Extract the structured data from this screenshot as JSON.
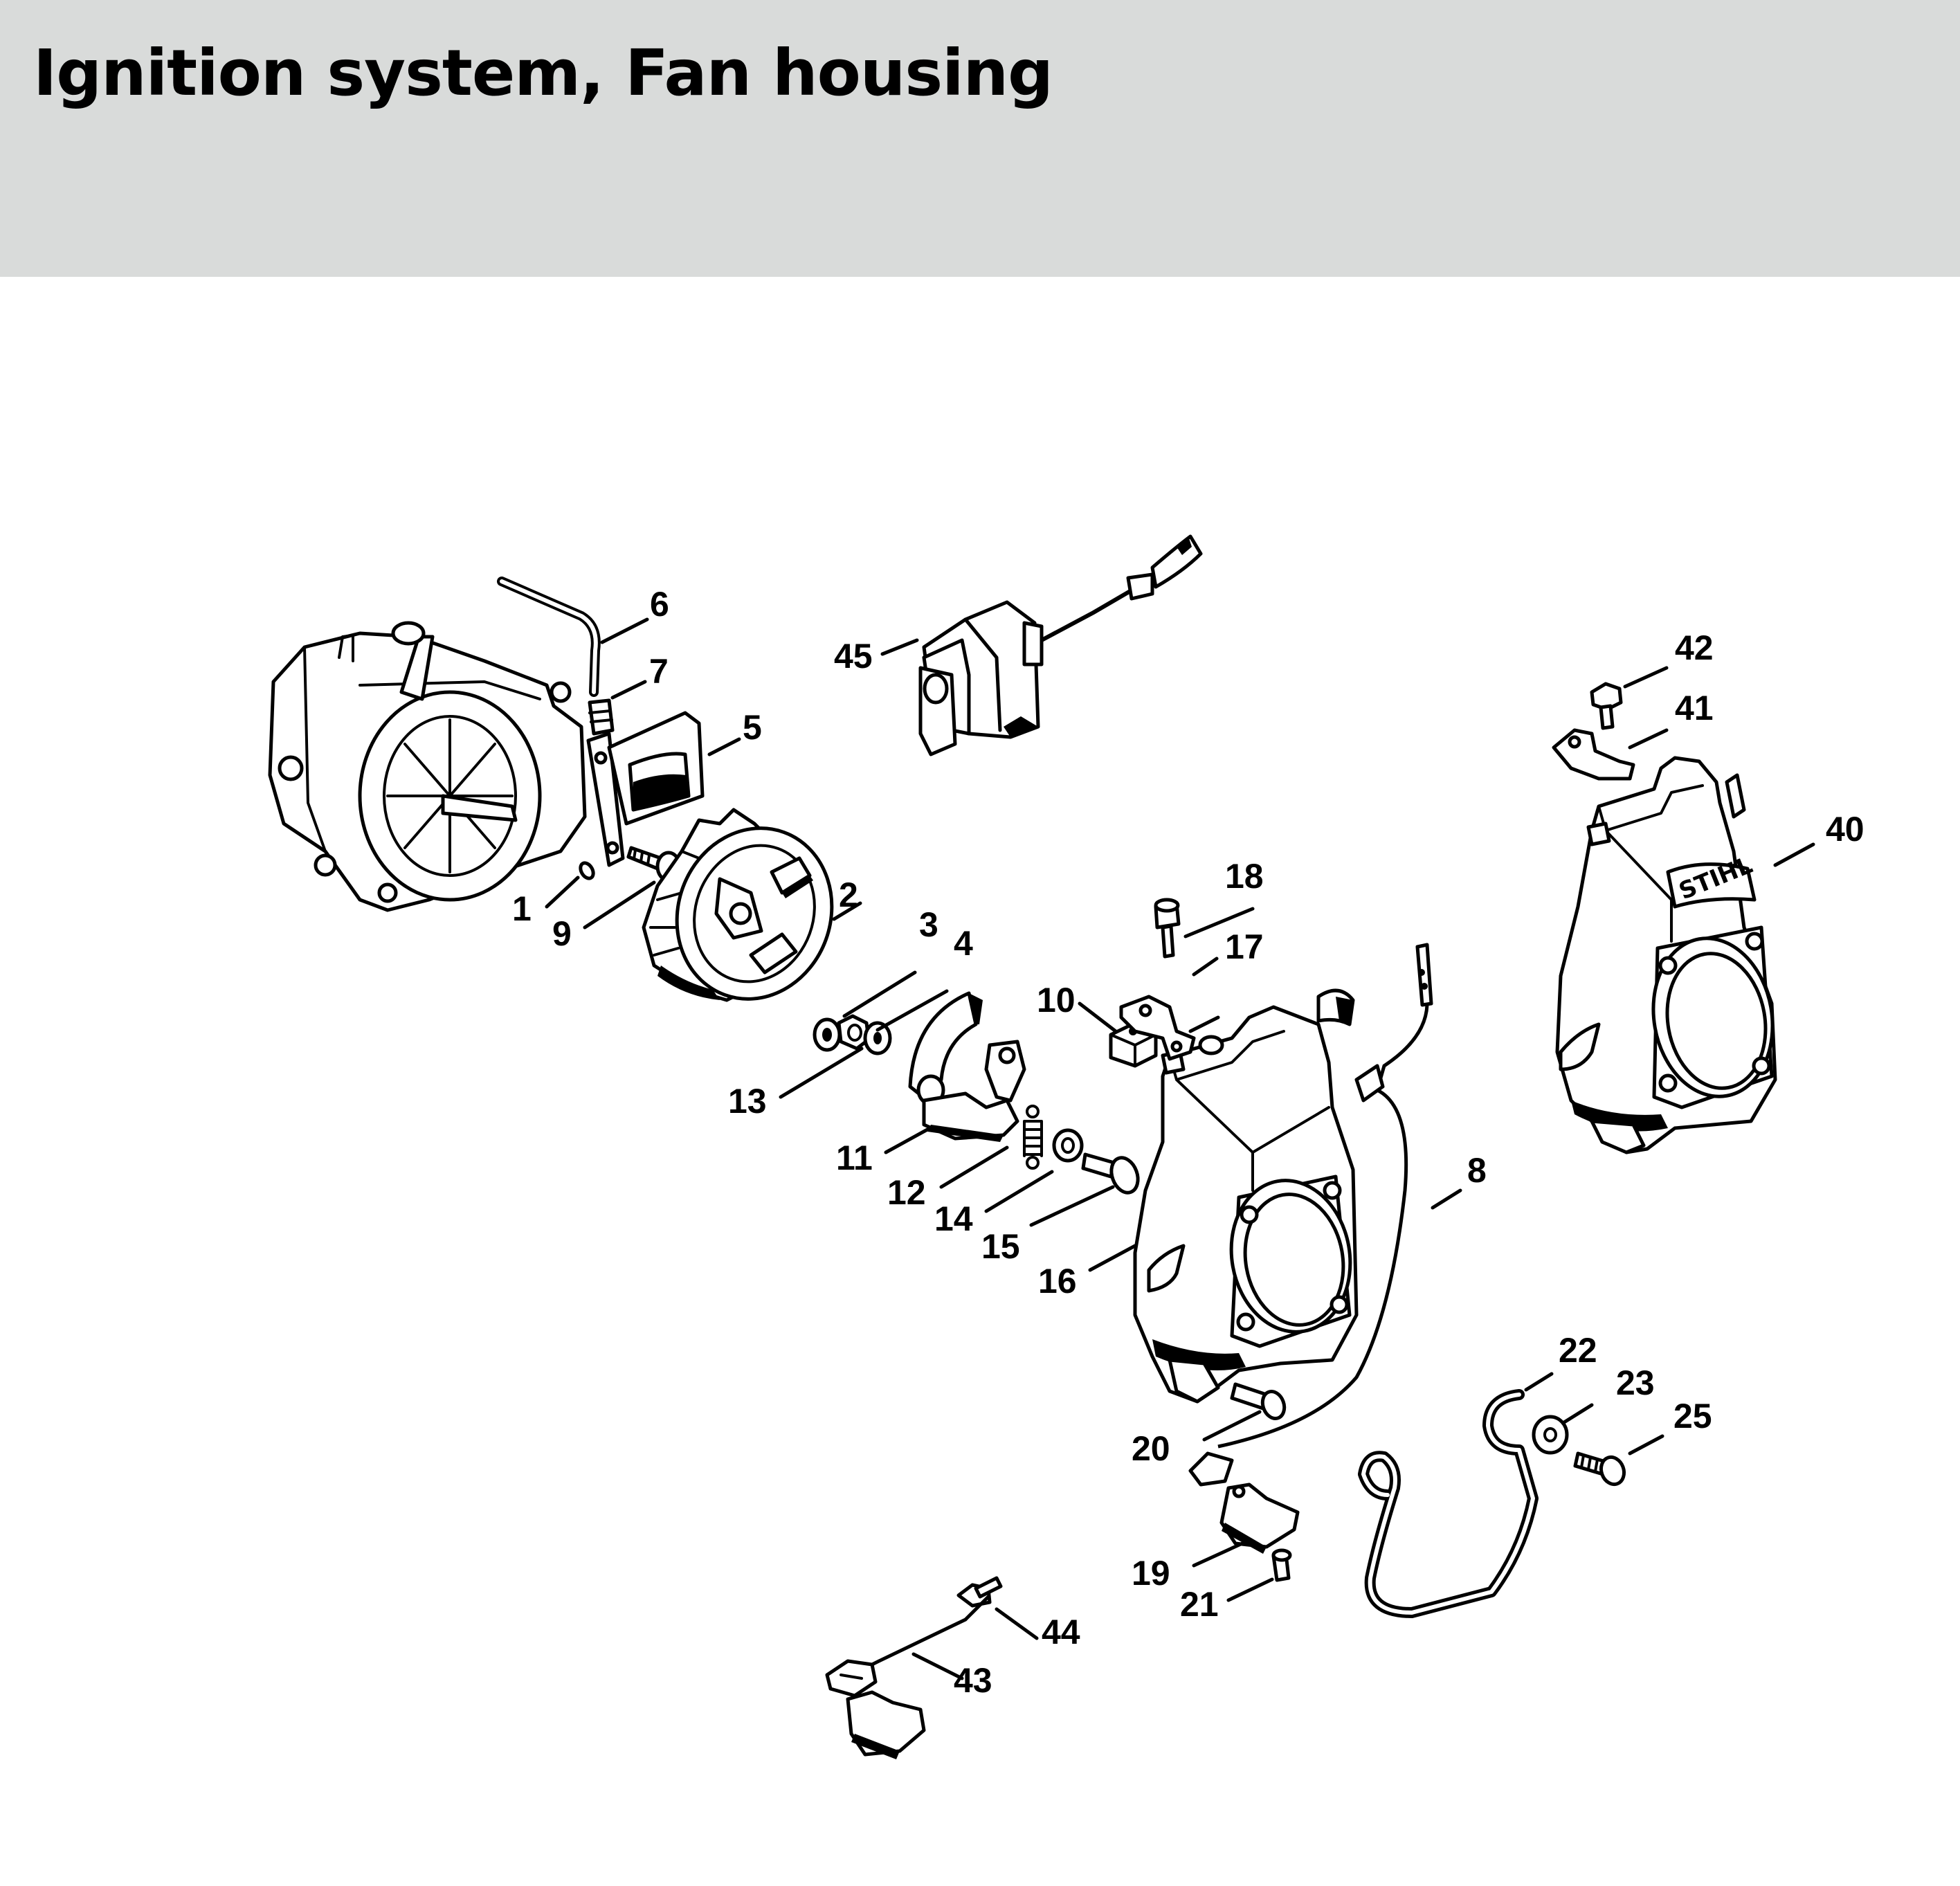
{
  "header": {
    "title": "Ignition system, Fan housing"
  },
  "diagram": {
    "housing_logo_text": "STIHL",
    "callouts": [
      {
        "key": "c1",
        "label": "1"
      },
      {
        "key": "c2",
        "label": "2"
      },
      {
        "key": "c3",
        "label": "3"
      },
      {
        "key": "c4",
        "label": "4"
      },
      {
        "key": "c5",
        "label": "5"
      },
      {
        "key": "c6",
        "label": "6"
      },
      {
        "key": "c7",
        "label": "7"
      },
      {
        "key": "c8",
        "label": "8"
      },
      {
        "key": "c9",
        "label": "9"
      },
      {
        "key": "c10",
        "label": "10"
      },
      {
        "key": "c11",
        "label": "11"
      },
      {
        "key": "c12",
        "label": "12"
      },
      {
        "key": "c13",
        "label": "13"
      },
      {
        "key": "c14",
        "label": "14"
      },
      {
        "key": "c15",
        "label": "15"
      },
      {
        "key": "c16",
        "label": "16"
      },
      {
        "key": "c17",
        "label": "17"
      },
      {
        "key": "c18",
        "label": "18"
      },
      {
        "key": "c19",
        "label": "19"
      },
      {
        "key": "c20",
        "label": "20"
      },
      {
        "key": "c21",
        "label": "21"
      },
      {
        "key": "c22",
        "label": "22"
      },
      {
        "key": "c23",
        "label": "23"
      },
      {
        "key": "c25",
        "label": "25"
      },
      {
        "key": "c40",
        "label": "40"
      },
      {
        "key": "c41",
        "label": "41"
      },
      {
        "key": "c42",
        "label": "42"
      },
      {
        "key": "c43",
        "label": "43"
      },
      {
        "key": "c44",
        "label": "44"
      },
      {
        "key": "c45",
        "label": "45"
      }
    ]
  }
}
